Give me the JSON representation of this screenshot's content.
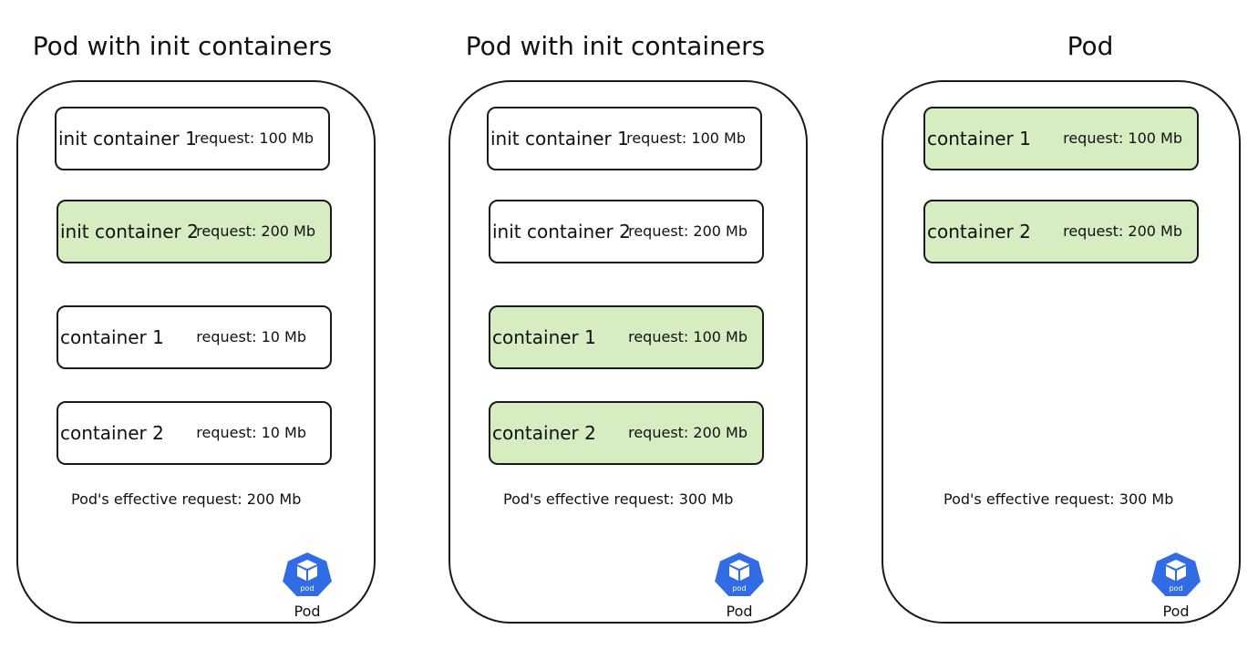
{
  "panels": [
    {
      "title": "Pod with init containers",
      "containers": [
        {
          "name": "init container 1",
          "request": "request: 100 Mb",
          "highlighted": false
        },
        {
          "name": "init container 2",
          "request": "request: 200 Mb",
          "highlighted": true
        },
        {
          "name": "container 1",
          "request": "request: 10 Mb",
          "highlighted": false
        },
        {
          "name": "container 2",
          "request": "request: 10 Mb",
          "highlighted": false
        }
      ],
      "effective_request": "Pod's effective request: 200 Mb",
      "icon_label": "pod",
      "icon_caption": "Pod"
    },
    {
      "title": "Pod with init containers",
      "containers": [
        {
          "name": "init container 1",
          "request": "request: 100 Mb",
          "highlighted": false
        },
        {
          "name": "init container 2",
          "request": "request: 200 Mb",
          "highlighted": false
        },
        {
          "name": "container 1",
          "request": "request: 100 Mb",
          "highlighted": true
        },
        {
          "name": "container 2",
          "request": "request: 200 Mb",
          "highlighted": true
        }
      ],
      "effective_request": "Pod's effective request: 300 Mb",
      "icon_label": "pod",
      "icon_caption": "Pod"
    },
    {
      "title": "Pod",
      "containers": [
        {
          "name": "container 1",
          "request": "request: 100 Mb",
          "highlighted": true
        },
        {
          "name": "container 2",
          "request": "request: 200 Mb",
          "highlighted": true
        }
      ],
      "effective_request": "Pod's effective request: 300 Mb",
      "icon_label": "pod",
      "icon_caption": "Pod"
    }
  ],
  "colors": {
    "highlight": "#d5edc1",
    "pod_icon_fill": "#326ce5",
    "outline": "#1a1a1a"
  }
}
